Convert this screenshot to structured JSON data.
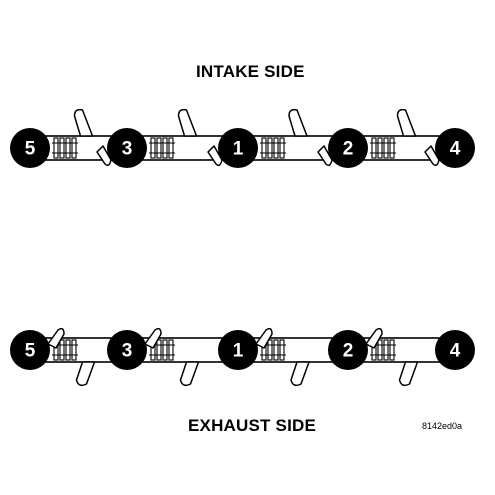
{
  "intake": {
    "title": "INTAKE SIDE",
    "bearing_caps": [
      "5",
      "3",
      "1",
      "2",
      "4"
    ]
  },
  "exhaust": {
    "title": "EXHAUST SIDE",
    "bearing_caps": [
      "5",
      "3",
      "1",
      "2",
      "4"
    ]
  },
  "figure_code": "8142ed0a",
  "colors": {
    "badge_fill": "#000000",
    "badge_text": "#ffffff",
    "line": "#000000",
    "background": "#ffffff"
  }
}
